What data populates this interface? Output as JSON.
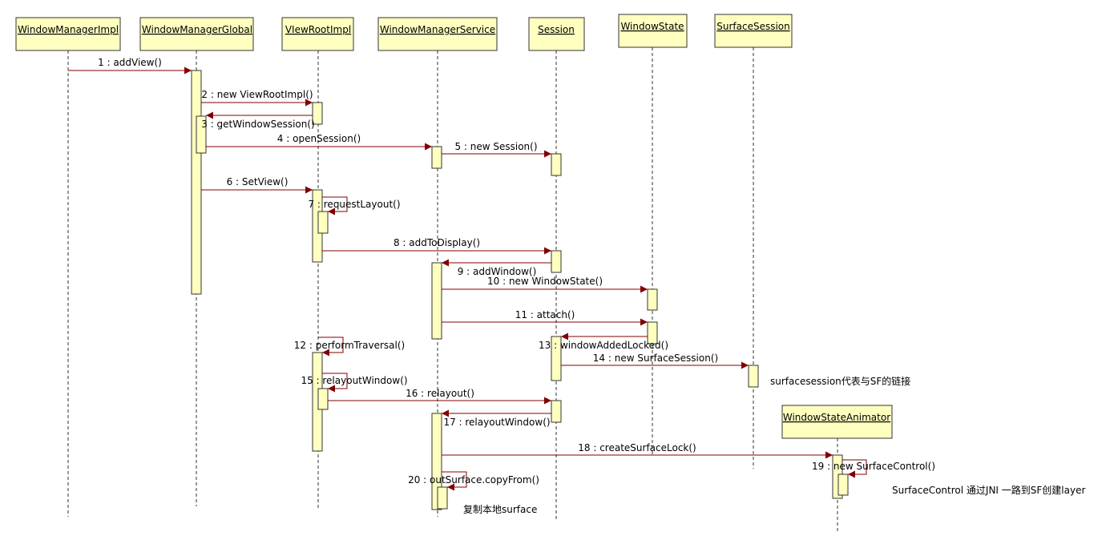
{
  "participants": [
    {
      "id": "wmi",
      "name": "WindowManagerImpl"
    },
    {
      "id": "wmg",
      "name": "WindowManagerGlobal"
    },
    {
      "id": "vri",
      "name": "VIewRootImpl"
    },
    {
      "id": "wms",
      "name": "WindowManagerService"
    },
    {
      "id": "ses",
      "name": "Session"
    },
    {
      "id": "wst",
      "name": "WindowState"
    },
    {
      "id": "ssn",
      "name": "SurfaceSession"
    },
    {
      "id": "wsa",
      "name": "WindowStateAnimator"
    }
  ],
  "messages": [
    "1 : addView()",
    "2 : new ViewRootImpl()",
    "3 : getWindowSession()",
    "4 : openSession()",
    "5 : new Session()",
    "6 : SetView()",
    "7 : requestLayout()",
    "8 : addToDisplay()",
    "9 : addWindow()",
    "10 : new WindowState()",
    "11 : attach()",
    "12 : performTraversal()",
    "13 : windowAddedLocked()",
    "14 : new SurfaceSession()",
    "15 : relayoutWindow()",
    "16 : relayout()",
    "17 : relayoutWindow()",
    "18 : createSurfaceLock()",
    "19 : new SurfaceControl()",
    "20 : outSurface.copyFrom()"
  ],
  "notes": {
    "surfacesession": "surfacesession代表与SF的链接",
    "copy_surface": "复制本地surface",
    "surfacecontrol": "SurfaceControl 通过JNI 一路到SF创建layer"
  }
}
